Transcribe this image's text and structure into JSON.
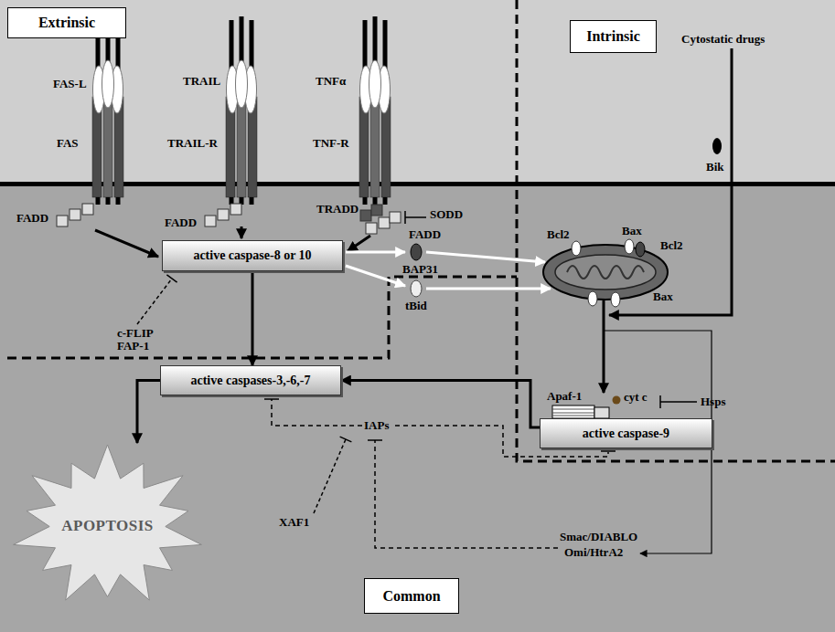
{
  "diagram": {
    "nodes": [
      {
        "text": [
          "Extrinsic"
        ]
      },
      {
        "text": [
          "Intrinsic"
        ]
      },
      {
        "text": [
          "active caspase-8 or 10"
        ]
      },
      {
        "text": [
          "active caspases-3,-6,-7"
        ]
      },
      {
        "text": [
          "active caspase-9"
        ]
      },
      {
        "text": [
          "APOPTOSIS"
        ]
      },
      {
        "text": [
          "Common"
        ]
      }
    ],
    "edges": [
      {
        "from": 2,
        "to": 3,
        "arrow": "to"
      },
      {
        "from": 4,
        "to": 3,
        "arrow": "to"
      },
      {
        "from": 3,
        "to": 5,
        "arrow": "to"
      }
    ],
    "labels": [
      "FAS-L",
      "FAS",
      "TRAIL",
      "TRAIL-R",
      "TNFα",
      "TNF-R",
      "FADD",
      "FADD",
      "TRADD",
      "FADD",
      "SODD",
      "c-FLIP",
      "FAP-1",
      "BAP31",
      "tBid",
      "Bik",
      "Bcl2",
      "Bax",
      "Bcl2",
      "Bax",
      "Apaf-1",
      "cyt c",
      "Hsps",
      "IAPs",
      "XAF1",
      "Smac/DIABLO",
      "Omi/HtrA2",
      "Cytostatic drugs"
    ]
  }
}
